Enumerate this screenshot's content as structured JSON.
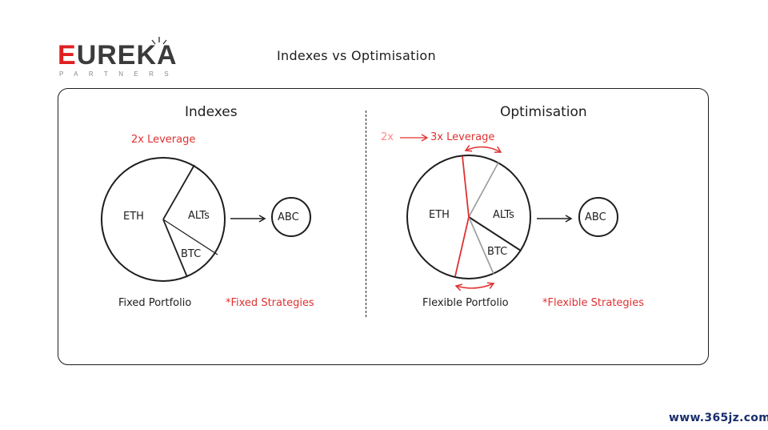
{
  "logo": {
    "word_first": "E",
    "word_rest": "UREKA",
    "sub": "PARTNERS"
  },
  "page_title": "Indexes vs Optimisation",
  "left": {
    "heading": "Indexes",
    "leverage": "2x Leverage",
    "slices": {
      "eth": "ETH",
      "alts": "ALTs",
      "btc": "BTC"
    },
    "target": "ABC",
    "portfolio": "Fixed Portfolio",
    "strategies": "*Fixed Strategies"
  },
  "right": {
    "heading": "Optimisation",
    "leverage_from": "2x",
    "leverage_to": "3x Leverage",
    "slices": {
      "eth": "ETH",
      "alts": "ALTs",
      "btc": "BTC"
    },
    "target": "ABC",
    "portfolio": "Flexible Portfolio",
    "strategies": "*Flexible Strategies"
  },
  "watermark": "www.365jz.com",
  "colors": {
    "ink": "#1e1e1e",
    "accent_red": "#e03131",
    "faded_red": "#ff8787",
    "grey": "#9a9a9a",
    "logo_red": "#e02020",
    "watermark": "#1a2f6e"
  }
}
